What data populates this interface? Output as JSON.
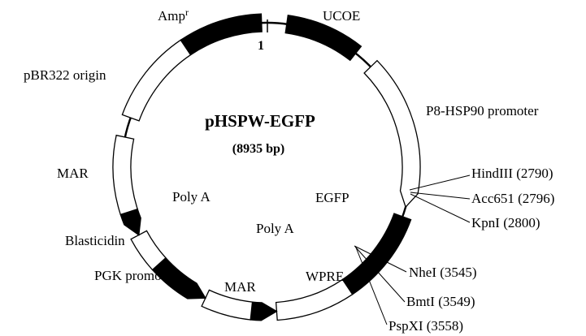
{
  "plasmid": {
    "name": "pHSPW-EGFP",
    "size": "(8935 bp)",
    "origin_marker": "1"
  },
  "features": {
    "ampr": "Amp",
    "ampr_sup": "r",
    "ucoe": "UCOE",
    "p8_hsp90": "P8-HSP90 promoter",
    "egfp": "EGFP",
    "wpre": "WPRE",
    "poly_a_1": "Poly A",
    "mar_1": "MAR",
    "pgk": "PGK promoter",
    "blasticidin": "Blasticidin",
    "poly_a_2": "Poly A",
    "mar_2": "MAR",
    "pbr322": "pBR322 origin"
  },
  "sites": {
    "hindiii": "HindIII (2790)",
    "acc651": "Acc651 (2796)",
    "kpni": "KpnI (2800)",
    "nhei": "NheI (3545)",
    "bmti": "BmtI (3549)",
    "pspxi": "PspXI (3558)"
  },
  "colors": {
    "filled": "#000000",
    "open": "#ffffff",
    "backbone": "#000000"
  }
}
